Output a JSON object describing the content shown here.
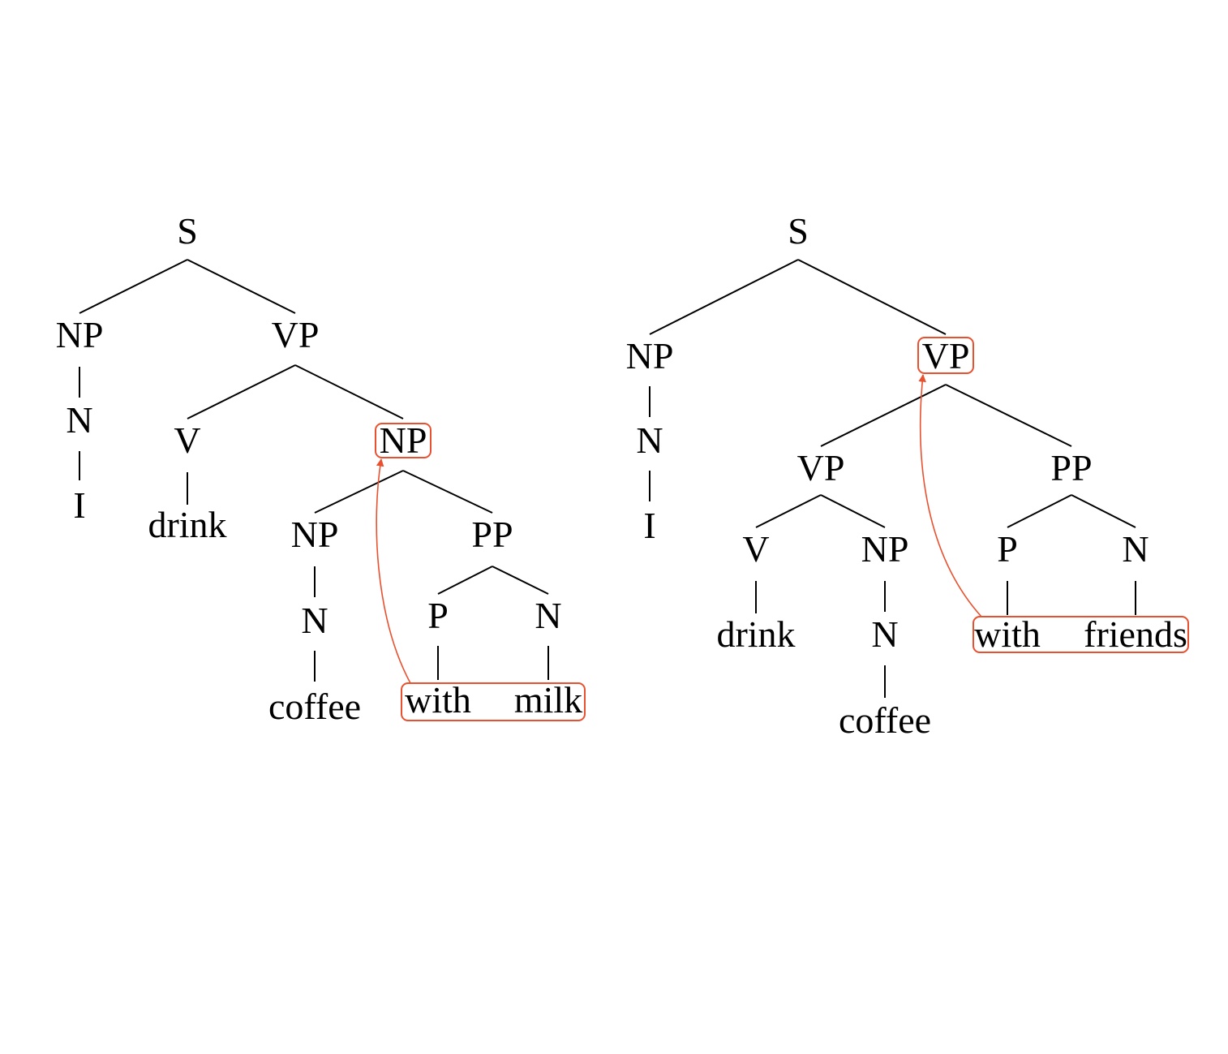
{
  "colors": {
    "highlight": "#e8512f",
    "text": "#000000",
    "background": "#ffffff"
  },
  "trees": [
    {
      "nodes": {
        "s": "S",
        "np_subj": "NP",
        "n_subj": "N",
        "w_i": "I",
        "vp": "VP",
        "v": "V",
        "w_drink": "drink",
        "np_obj": "NP",
        "np_inner": "NP",
        "n_obj": "N",
        "w_coffee": "coffee",
        "pp": "PP",
        "p": "P",
        "n_pp": "N",
        "w_with": "with",
        "w_pp": "milk"
      }
    },
    {
      "nodes": {
        "s": "S",
        "np_subj": "NP",
        "n_subj": "N",
        "w_i": "I",
        "vp_top": "VP",
        "vp_inner": "VP",
        "v": "V",
        "w_drink": "drink",
        "np_obj": "NP",
        "n_obj": "N",
        "w_coffee": "coffee",
        "pp": "PP",
        "p": "P",
        "n_pp": "N",
        "w_with": "with",
        "w_pp": "friends"
      }
    }
  ]
}
